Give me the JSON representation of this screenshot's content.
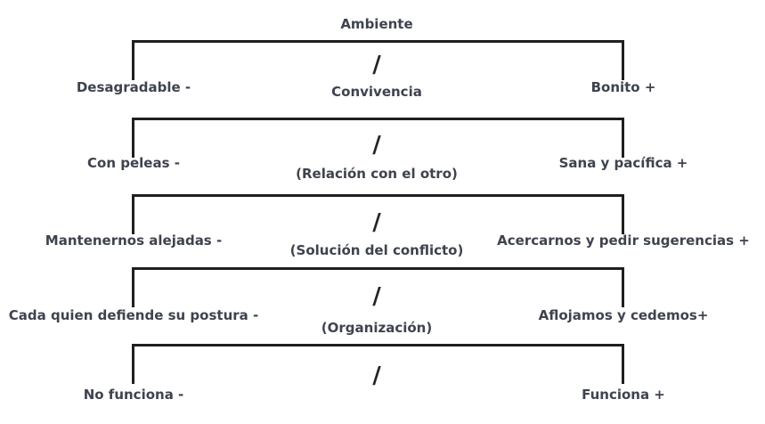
{
  "diagram": {
    "type": "bipolar-construct-ladder",
    "colors": {
      "background": "#ffffff",
      "line": "#1f1f1f",
      "text": "#3f434e"
    },
    "slash_glyph": "/",
    "constructs": [
      {
        "name": "Ambiente",
        "negative_pole": "Desagradable -",
        "positive_pole": "Bonito +",
        "slash": "/"
      },
      {
        "name": "Convivencia",
        "negative_pole": "Con peleas -",
        "positive_pole": "Sana y pacífica +",
        "slash": "/"
      },
      {
        "name": "(Relación con el otro)",
        "negative_pole": "Mantenernos alejadas -",
        "positive_pole": "Acercarnos y pedir sugerencias +",
        "slash": "/"
      },
      {
        "name": "(Solución del conflicto)",
        "negative_pole": "Cada quien defiende su postura -",
        "positive_pole": "Aflojamos y cedemos+",
        "slash": "/"
      },
      {
        "name": "(Organización)",
        "negative_pole": "No funciona -",
        "positive_pole": "Funciona +",
        "slash": "/"
      }
    ]
  }
}
